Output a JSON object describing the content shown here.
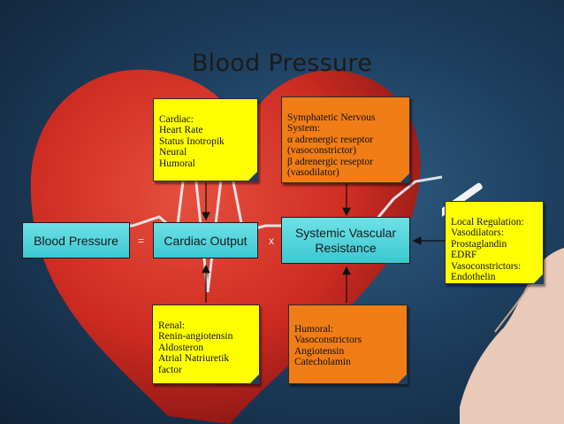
{
  "title": "Blood Pressure",
  "equation": {
    "blood_pressure": "Blood Pressure",
    "equals": "=",
    "cardiac_output": "Cardiac Output",
    "times": "x",
    "svr": "Systemic Vascular\nResistance"
  },
  "notes": {
    "cardiac": "Cardiac:\nHeart Rate\nStatus Inotropik\nNeural\nHumoral",
    "sympathetic": "Symphatetic Nervous\nSystem:\nα adrenergic reseptor\n(vasoconstrictor)\nβ adrenergic reseptor\n(vasodilator)",
    "renal": "Renal:\nRenin-angiotensin\nAldosteron\nAtrial Natriuretik\nfactor",
    "humoral": "Humoral:\nVasoconstrictors\nAngiotensin\nCatecholamin",
    "local": "Local Regulation:\nVasodilators:\nProstaglandin\nEDRF\nVasoconstrictors:\nEndothelin"
  },
  "colors": {
    "cyan": "#3cc9d2",
    "yellow": "#ffff00",
    "orange": "#f07d16",
    "heart": "#d62a1e"
  }
}
